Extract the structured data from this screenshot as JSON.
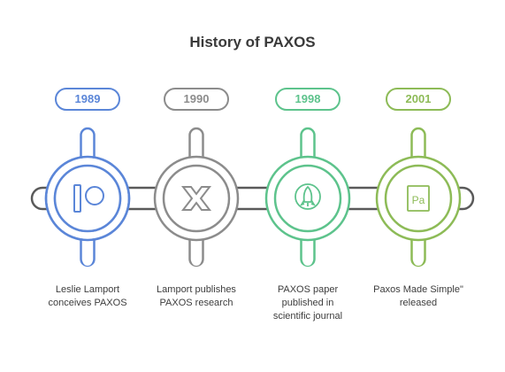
{
  "title": "History of PAXOS",
  "events": [
    {
      "year": "1989",
      "lines": [
        "Leslie Lamport",
        "conceives PAXOS"
      ],
      "color": "#5b86d8",
      "icon": "patreon-logo-icon"
    },
    {
      "year": "1990",
      "lines": [
        "Lamport publishes",
        "PAXOS research"
      ],
      "color": "#8c8c8c",
      "icon": "crossed-x-icon"
    },
    {
      "year": "1998",
      "lines": [
        "PAXOS paper",
        "published in",
        "scientific journal"
      ],
      "color": "#5dc38c",
      "icon": "rocket-icon"
    },
    {
      "year": "2001",
      "lines": [
        "Paxos Made Simple\"",
        "released"
      ],
      "color": "#8dbb57",
      "icon": "pa-document-icon"
    }
  ]
}
